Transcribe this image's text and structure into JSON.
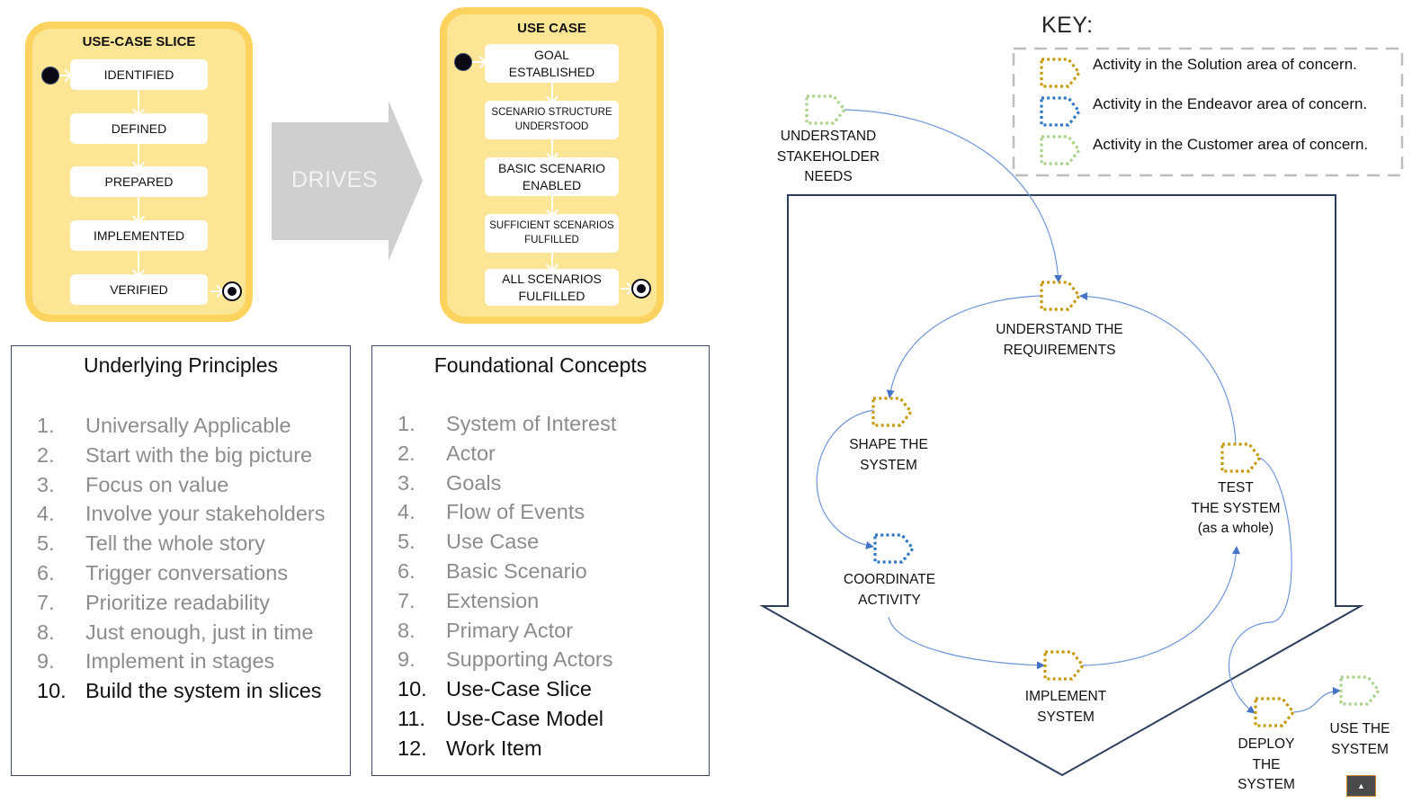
{
  "colors": {
    "panel_fill": "#fde596",
    "panel_border": "#fdd35f",
    "drives_arrow": "#d0cfcf",
    "box_border": "#3b4a6b",
    "muted_text": "#8c8c8c",
    "solution": "#c49a0b",
    "endeavor": "#2f78c4",
    "customer": "#a9d38a",
    "flow_line": "#6f95d9",
    "flow_arrowhead": "#4472c4",
    "pentagon_outline": "#2c3d5e"
  },
  "use_case_slice": {
    "title": "USE-CASE SLICE",
    "states": [
      "IDENTIFIED",
      "DEFINED",
      "PREPARED",
      "IMPLEMENTED",
      "VERIFIED"
    ]
  },
  "drives": {
    "label": "DRIVES"
  },
  "use_case": {
    "title": "USE CASE",
    "states": [
      {
        "line1": "GOAL",
        "line2": "ESTABLISHED"
      },
      {
        "line1": "SCENARIO STRUCTURE",
        "line2": "UNDERSTOOD"
      },
      {
        "line1": "BASIC SCENARIO",
        "line2": "ENABLED"
      },
      {
        "line1": "SUFFICIENT SCENARIOS",
        "line2": "FULFILLED"
      },
      {
        "line1": "ALL SCENARIOS",
        "line2": "FULFILLED"
      }
    ]
  },
  "principles": {
    "title": "Underlying Principles",
    "items": [
      {
        "num": "1.",
        "text": "Universally Applicable",
        "highlighted": false
      },
      {
        "num": "2.",
        "text": "Start with the big picture",
        "highlighted": false
      },
      {
        "num": "3.",
        "text": "Focus on value",
        "highlighted": false
      },
      {
        "num": "4.",
        "text": "Involve your stakeholders",
        "highlighted": false
      },
      {
        "num": "5.",
        "text": "Tell the whole story",
        "highlighted": false
      },
      {
        "num": "6.",
        "text": "Trigger conversations",
        "highlighted": false
      },
      {
        "num": "7.",
        "text": "Prioritize readability",
        "highlighted": false
      },
      {
        "num": "8.",
        "text": "Just enough, just in time",
        "highlighted": false
      },
      {
        "num": "9.",
        "text": "Implement in stages",
        "highlighted": false
      },
      {
        "num": "10.",
        "text": "Build the system in slices",
        "highlighted": true
      }
    ]
  },
  "concepts": {
    "title": "Foundational Concepts",
    "items": [
      {
        "num": "1.",
        "text": "System of Interest",
        "highlighted": false
      },
      {
        "num": "2.",
        "text": "Actor",
        "highlighted": false
      },
      {
        "num": "3.",
        "text": "Goals",
        "highlighted": false
      },
      {
        "num": "4.",
        "text": "Flow of Events",
        "highlighted": false
      },
      {
        "num": "5.",
        "text": "Use Case",
        "highlighted": false
      },
      {
        "num": "6.",
        "text": "Basic Scenario",
        "highlighted": false
      },
      {
        "num": "7.",
        "text": "Extension",
        "highlighted": false
      },
      {
        "num": "8.",
        "text": "Primary Actor",
        "highlighted": false
      },
      {
        "num": "9.",
        "text": "Supporting Actors",
        "highlighted": false
      },
      {
        "num": "10.",
        "text": "Use-Case Slice",
        "highlighted": true
      },
      {
        "num": "11.",
        "text": "Use-Case Model",
        "highlighted": true
      },
      {
        "num": "12.",
        "text": "Work Item",
        "highlighted": true
      }
    ]
  },
  "key": {
    "title": "KEY:",
    "entries": [
      {
        "area": "solution",
        "label": "Activity in the Solution area of concern."
      },
      {
        "area": "endeavor",
        "label": "Activity in the Endeavor area of concern."
      },
      {
        "area": "customer",
        "label": "Activity in the Customer area of concern."
      }
    ]
  },
  "activities": {
    "stakeholder_needs": {
      "area": "customer",
      "label": [
        "UNDERSTAND",
        "STAKEHOLDER",
        "NEEDS"
      ]
    },
    "requirements": {
      "area": "solution",
      "label": [
        "UNDERSTAND THE",
        "REQUIREMENTS"
      ]
    },
    "shape": {
      "area": "solution",
      "label": [
        "SHAPE THE",
        "SYSTEM"
      ]
    },
    "coordinate": {
      "area": "endeavor",
      "label": [
        "COORDINATE",
        "ACTIVITY"
      ]
    },
    "implement": {
      "area": "solution",
      "label": [
        "IMPLEMENT",
        "SYSTEM"
      ]
    },
    "test": {
      "area": "solution",
      "label": [
        "TEST",
        "THE SYSTEM",
        "(as a whole)"
      ]
    },
    "deploy": {
      "area": "solution",
      "label": [
        "DEPLOY",
        "THE",
        "SYSTEM"
      ]
    },
    "use": {
      "area": "customer",
      "label": [
        "USE THE",
        "SYSTEM"
      ]
    }
  },
  "flows": [
    {
      "from": "stakeholder_needs",
      "to": "requirements"
    },
    {
      "from": "requirements",
      "to": "shape"
    },
    {
      "from": "shape",
      "to": "coordinate"
    },
    {
      "from": "coordinate",
      "to": "implement"
    },
    {
      "from": "implement",
      "to": "test"
    },
    {
      "from": "test",
      "to": "requirements"
    },
    {
      "from": "test",
      "to": "deploy"
    },
    {
      "from": "deploy",
      "to": "use"
    }
  ],
  "scroll_top_button": {
    "icon": "triangle-up-icon",
    "glyph": "▲"
  }
}
